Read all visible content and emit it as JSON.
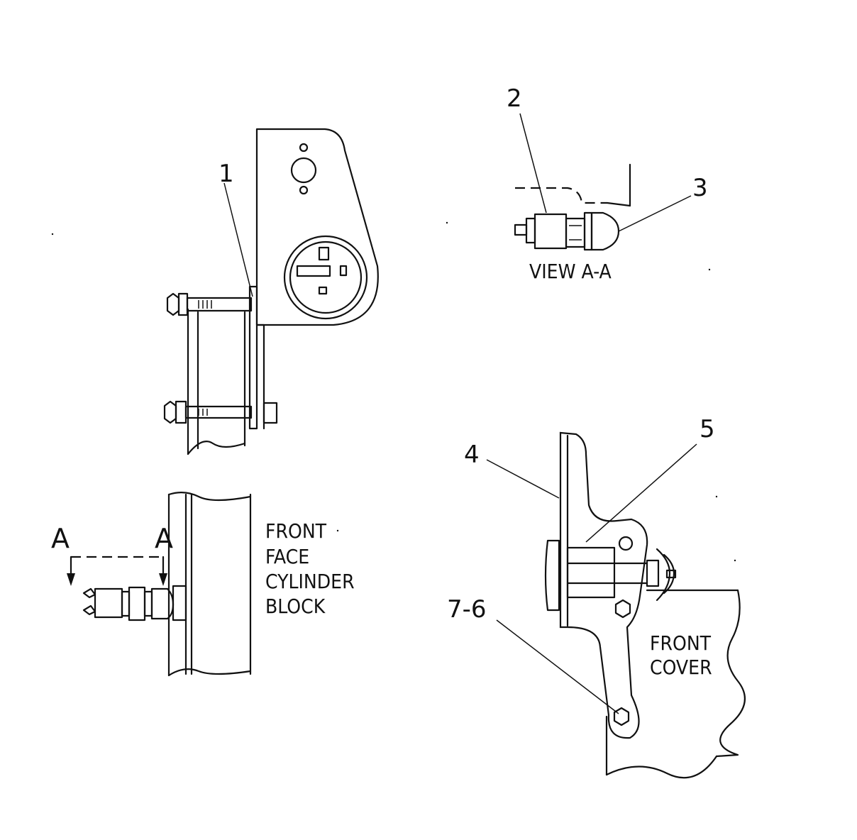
{
  "callouts": {
    "c1": "1",
    "c2": "2",
    "c3": "3",
    "c4": "4",
    "c5": "5",
    "c76": "7-6"
  },
  "section_marks": {
    "left": "A",
    "right": "A"
  },
  "labels": {
    "view": "VIEW A-A",
    "cylinder_block": [
      "FRONT",
      "FACE",
      "CYLINDER",
      "BLOCK"
    ],
    "front_cover": [
      "FRONT",
      "COVER"
    ]
  }
}
